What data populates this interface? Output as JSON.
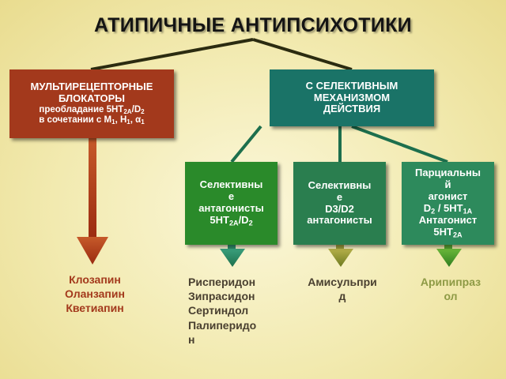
{
  "title": "АТИПИЧНЫЕ АНТИПСИХОТИКИ",
  "left_box": {
    "line1": "МУЛЬТИРЕЦЕПТОРНЫЕ",
    "line2": "БЛОКАТОРЫ",
    "line3_pre": "преобладание 5HT",
    "line3_sub": "2A",
    "line3_mid": "/D",
    "line3_sub2": "2",
    "line4_pre": "в сочетании с М",
    "line4_sub1": "1",
    "line4_mid": ", Н",
    "line4_sub2": "1",
    "line4_mid2": ", α",
    "line4_sub3": "1"
  },
  "right_box": {
    "line1": "С СЕЛЕКТИВНЫМ",
    "line2": "МЕХАНИЗМОМ",
    "line3": "ДЕЙСТВИЯ"
  },
  "sub_boxes": [
    {
      "line1": "Селективны",
      "line2": "е",
      "line3": "антагонисты",
      "line4_pre": "5HT",
      "line4_sub": "2A",
      "line4_mid": "/D",
      "line4_sub2": "2"
    },
    {
      "line1": "Селективны",
      "line2": "е",
      "line3": "D3/D2",
      "line4": "антагонисты"
    },
    {
      "line1": "Парциальны",
      "line2": "й",
      "line3": "агонист",
      "line4_pre": "D",
      "line4_sub": "2",
      "line4_mid": " / 5HT",
      "line4_sub2": "1A",
      "line5": "Антагонист",
      "line6_pre": "5HT",
      "line6_sub": "2A"
    }
  ],
  "drugs": {
    "multi": [
      "Клозапин",
      "Оланзапин",
      "Кветиапин"
    ],
    "sel1": [
      "Рисперидон",
      "Зипрасидон",
      "Сертиндол",
      "Палиперидо",
      "н"
    ],
    "sel2": [
      "Амисульпри",
      "д"
    ],
    "sel3": [
      "Арипипраз",
      "ол"
    ]
  },
  "colors": {
    "red": "#a3391c",
    "teal": "#1a7367",
    "green": "#2a8a2a",
    "olive": "#8e9a45",
    "connector": "#2b2b10"
  }
}
